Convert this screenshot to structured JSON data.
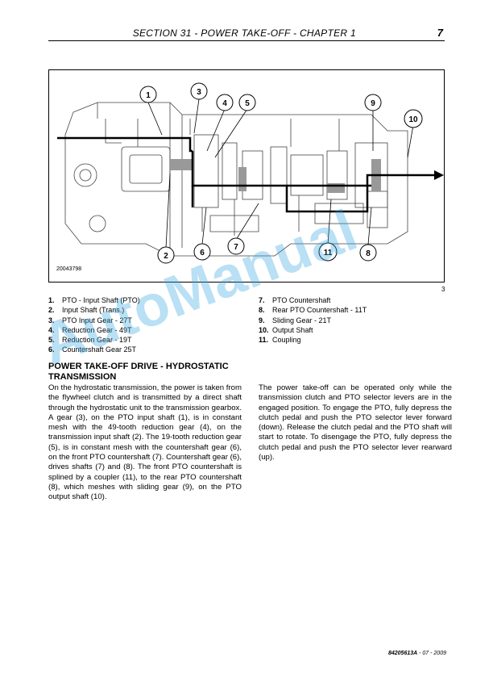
{
  "header": {
    "title": "SECTION 31 - POWER TAKE-OFF - CHAPTER 1",
    "page": "7"
  },
  "figure": {
    "id": "20043798",
    "number": "3",
    "callouts": [
      "1",
      "2",
      "3",
      "4",
      "5",
      "6",
      "7",
      "8",
      "9",
      "10",
      "11"
    ]
  },
  "legend_left": [
    {
      "n": "1.",
      "label": "PTO - Input Shaft (PTO)"
    },
    {
      "n": "2.",
      "label": "Input Shaft (Trans.)"
    },
    {
      "n": "3.",
      "label": "PTO Input Gear - 27T"
    },
    {
      "n": "4.",
      "label": "Reduction Gear - 49T"
    },
    {
      "n": "5.",
      "label": "Reduction Gear - 19T"
    },
    {
      "n": "6.",
      "label": "Countershaft Gear 25T"
    }
  ],
  "legend_right": [
    {
      "n": "7.",
      "label": "PTO Countershaft"
    },
    {
      "n": "8.",
      "label": "Rear PTO Countershaft - 11T"
    },
    {
      "n": "9.",
      "label": "Sliding Gear - 21T"
    },
    {
      "n": "10.",
      "label": "Output Shaft"
    },
    {
      "n": "11.",
      "label": "Coupling"
    }
  ],
  "section_heading": "POWER TAKE-OFF DRIVE - HYDROSTATIC TRANSMISSION",
  "paragraph_left": "On the hydrostatic transmission, the power is taken from the flywheel clutch and is transmitted by a direct shaft through the hydrostatic unit to the transmission gearbox. A gear (3), on the PTO input shaft (1), is in constant mesh with the 49-tooth reduction gear (4), on the transmission input shaft (2). The 19-tooth reduction gear (5), is in constant mesh with the countershaft gear (6), on the front PTO countershaft (7). Countershaft gear (6), drives shafts (7) and (8). The front PTO countershaft is splined by a coupler (11), to the rear PTO countershaft (8), which meshes with sliding gear (9), on the PTO output shaft (10).",
  "paragraph_right": "The power take-off can be operated only while the transmission clutch and PTO selector levers are in the engaged position. To engage the PTO, fully depress the clutch pedal and push the PTO selector lever forward (down). Release the clutch pedal and the PTO shaft will start to rotate. To disengage the PTO, fully depress the clutch pedal and push the PTO selector lever rearward (up).",
  "watermark": "AutoManual",
  "footer": {
    "code": "84205613A",
    "date": " - 07 - 2009"
  }
}
